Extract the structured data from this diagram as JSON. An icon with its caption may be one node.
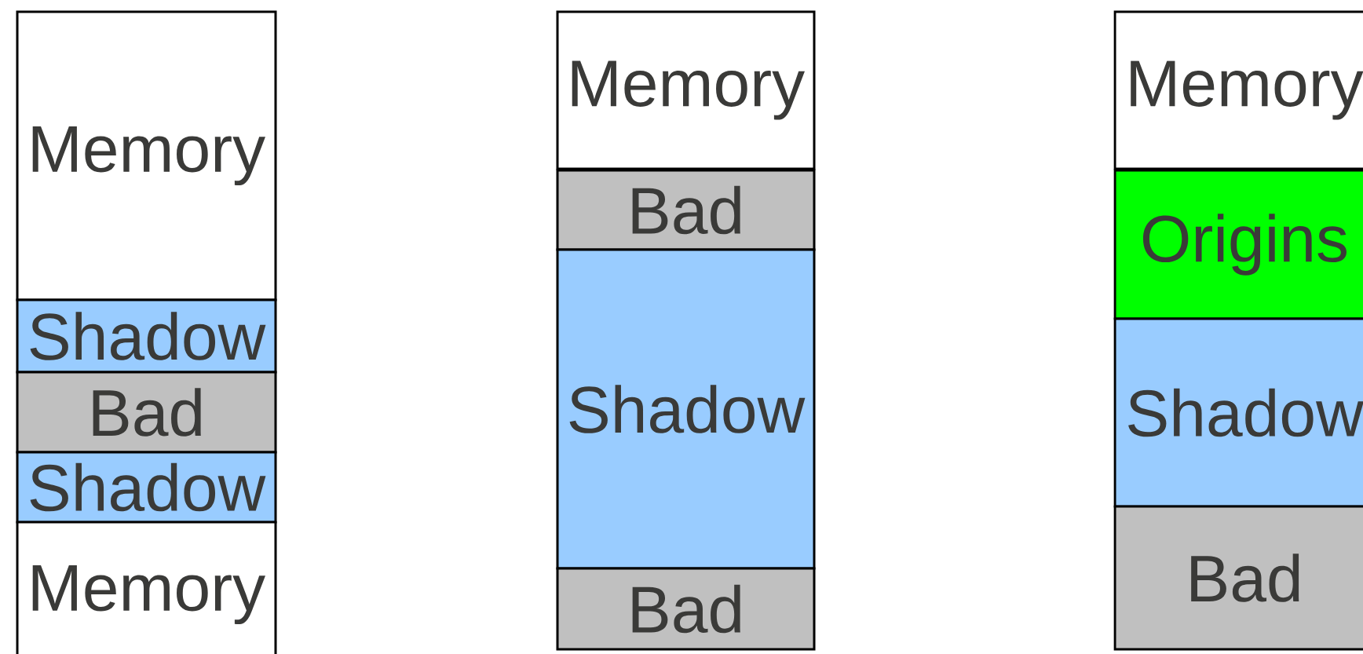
{
  "diagram": {
    "nodes": [
      {
        "text": [
          "Memory"
        ]
      },
      {
        "text": [
          "Shadow"
        ]
      },
      {
        "text": [
          "Bad"
        ]
      },
      {
        "text": [
          "Shadow"
        ]
      },
      {
        "text": [
          "Memory"
        ]
      },
      {
        "text": [
          "Memory"
        ]
      },
      {
        "text": [
          "Bad"
        ]
      },
      {
        "text": [
          "Shadow"
        ]
      },
      {
        "text": [
          "Bad"
        ]
      },
      {
        "text": [
          "Memory"
        ]
      },
      {
        "text": [
          "Origins"
        ]
      },
      {
        "text": [
          "Shadow"
        ]
      },
      {
        "text": [
          "Bad"
        ]
      }
    ]
  }
}
